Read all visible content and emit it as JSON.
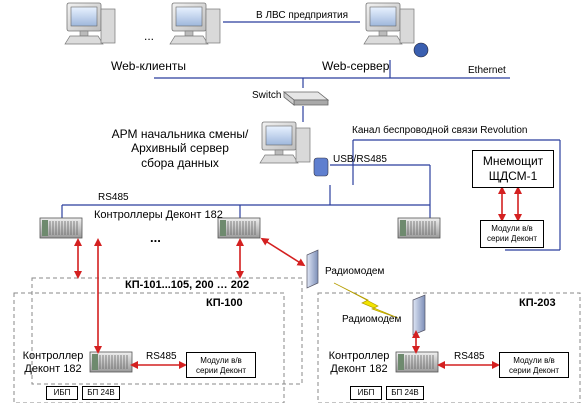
{
  "labels": {
    "web_clients": "Web-клиенты",
    "ellipsis_top": "...",
    "to_lan": "В ЛВС предприятия",
    "web_server": "Web-сервер",
    "ethernet": "Ethernet",
    "switch": "Switch",
    "arm_line1": "АРМ начальника смены/",
    "arm_line2": "Архивный сервер",
    "arm_line3": "сбора данных",
    "wireless": "Канал беспроводной связи Revolution",
    "usb_rs485": "USB/RS485",
    "rs485_top": "RS485",
    "controllers": "Контроллеры Деконт 182",
    "ellipsis_mid": "...",
    "mnemo_line1": "Мнемощит",
    "mnemo_line2": "ЩДСМ-1",
    "modules_top_line1": "Модули в/в",
    "modules_top_line2": "серии Деконт",
    "radiomodem_1": "Радиомодем",
    "radiomodem_2": "Радиомодем",
    "kp_range": "КП-101...105, 200 … 202",
    "kp100": "КП-100",
    "kp203": "КП-203",
    "ctrl_left_line1": "Контроллер",
    "ctrl_left_line2": "Деконт 182",
    "ctrl_right_line1": "Контроллер",
    "ctrl_right_line2": "Деконт 182",
    "rs485_left": "RS485",
    "rs485_right": "RS485",
    "modules_left_line1": "Модули в/в",
    "modules_left_line2": "серии Деконт",
    "modules_right_line1": "Модули в/в",
    "modules_right_line2": "серии Деконт",
    "ibp_left": "ИБП",
    "bp_left": "БП 24В",
    "ibp_right": "ИБП",
    "bp_right": "БП 24В"
  },
  "colors": {
    "network_line": "#2b3f9e",
    "arrow_red": "#d42020",
    "lightning": "#f2e400",
    "dashed_border": "#888888"
  },
  "icons": {
    "client_pc": "desktop-computer-icon",
    "server": "server-computer-icon",
    "switch": "network-switch-icon",
    "controller": "rack-controller-icon",
    "radiomodem": "radio-modem-icon",
    "lightning": "lightning-bolt-icon"
  }
}
